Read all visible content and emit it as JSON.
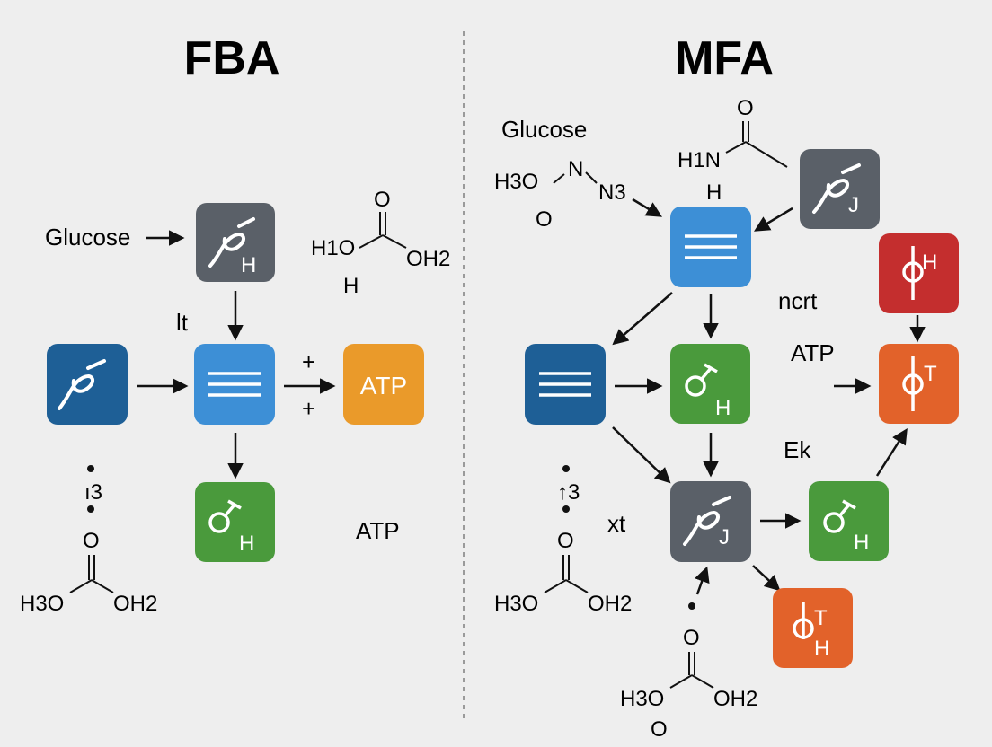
{
  "panels": {
    "fba": {
      "title": "FBA",
      "labels": {
        "glucose": "Glucose",
        "lt": "lt",
        "plus_top": "+",
        "plus_bottom": "+",
        "atp_box": "ATP",
        "atp_text": "ATP",
        "i3": "ı3"
      },
      "molecule_top": {
        "o": "O",
        "h1o": "H1O",
        "oh2": "OH2",
        "h": "H"
      },
      "molecule_bottom": {
        "o": "O",
        "h3o": "H3O",
        "oh2": "OH2"
      },
      "box_letters": {
        "top": "H",
        "bottom": "H"
      }
    },
    "mfa": {
      "title": "MFA",
      "labels": {
        "glucose": "Glucose",
        "ncrt": "ncrt",
        "atp": "ATP",
        "ek": "Ek",
        "xt": "xt",
        "up3": "↑3"
      },
      "molecule_left": {
        "h3o": "H3O",
        "n": "N",
        "n3": "N3",
        "o": "O"
      },
      "molecule_amide": {
        "o": "O",
        "h1n": "H1N",
        "h": "H"
      },
      "molecule_bottom_left": {
        "o": "O",
        "h3o": "H3O",
        "oh2": "OH2"
      },
      "molecule_bottom": {
        "o": "O",
        "h3o": "H3O",
        "oh2": "OH2",
        "o2": "O"
      },
      "box_letters": {
        "top_right": "J",
        "red": "H",
        "orange_right": "T",
        "green_mid": "H",
        "center_gray": "J",
        "green_right": "H",
        "orange_bottom_t": "T",
        "orange_bottom_h": "H"
      }
    }
  },
  "colors": {
    "background": "#eeeeee",
    "gray_box": "#5a6068",
    "light_blue_box": "#3d8fd6",
    "dark_blue_box": "#1e5f96",
    "green_box": "#4a9a3c",
    "orange_box": "#ea9a2a",
    "red_orange_box": "#e2622a",
    "red_box": "#c42e2e",
    "divider": "#9a9a9a"
  }
}
